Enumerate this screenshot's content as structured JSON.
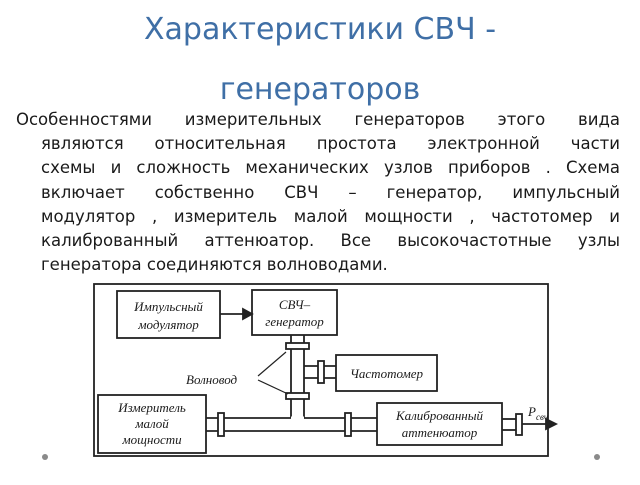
{
  "title": {
    "line1": "Характеристики СВЧ -",
    "line2": "генераторов"
  },
  "body": {
    "lines": [
      "Особенностями измерительных генераторов этого вида",
      "являются относительная простота электронной части",
      "схемы и сложность механических узлов приборов . Схема",
      "включает собственно СВЧ – генератор, импульсный",
      "модулятор , измеритель малой мощности , частотомер и",
      "калиброванный аттенюатор. Все высокочастотные узлы",
      "генератора соединяются волноводами."
    ]
  },
  "diagram": {
    "modulator_line1": "Импульсный",
    "modulator_line2": "модулятор",
    "generator_line1": "СВЧ–",
    "generator_line2": "генератор",
    "waveguide": "Волновод",
    "freqmeter": "Частотомер",
    "meter_line1": "Измеритель",
    "meter_line2": "малой",
    "meter_line3": "мощности",
    "attenuator_line1": "Калиброванный",
    "attenuator_line2": "аттенюатор",
    "output_symbol": "P",
    "output_subscript": "свч"
  },
  "colors": {
    "title": "#3f6fa6",
    "text": "#1a1a1a",
    "line": "#222222",
    "dots": "#8a8a8a"
  }
}
